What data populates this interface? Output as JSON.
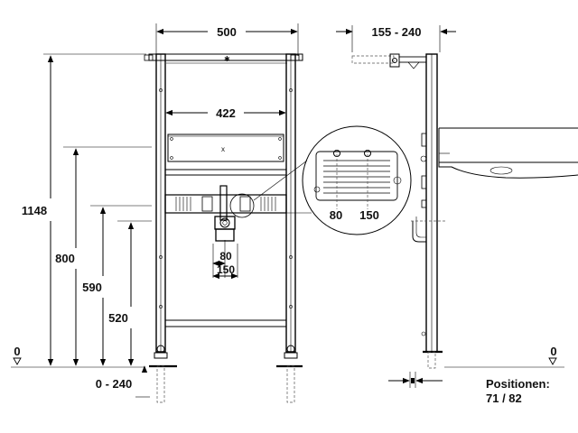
{
  "dimensions": {
    "frame_width": "500",
    "inner_width": "422",
    "total_height": "1148",
    "height_800": "800",
    "height_590": "590",
    "height_520": "520",
    "foot_adjust": "0 - 240",
    "side_depth": "155 - 240",
    "detail_80": "80",
    "detail_150": "150",
    "bottom_80": "80",
    "bottom_150": "150",
    "floor_left": "0",
    "floor_right": "0",
    "positions_label": "Positionen:",
    "positions_value": "71 / 82"
  },
  "colors": {
    "line": "#000000",
    "hidden": "#555555",
    "background": "#ffffff"
  }
}
